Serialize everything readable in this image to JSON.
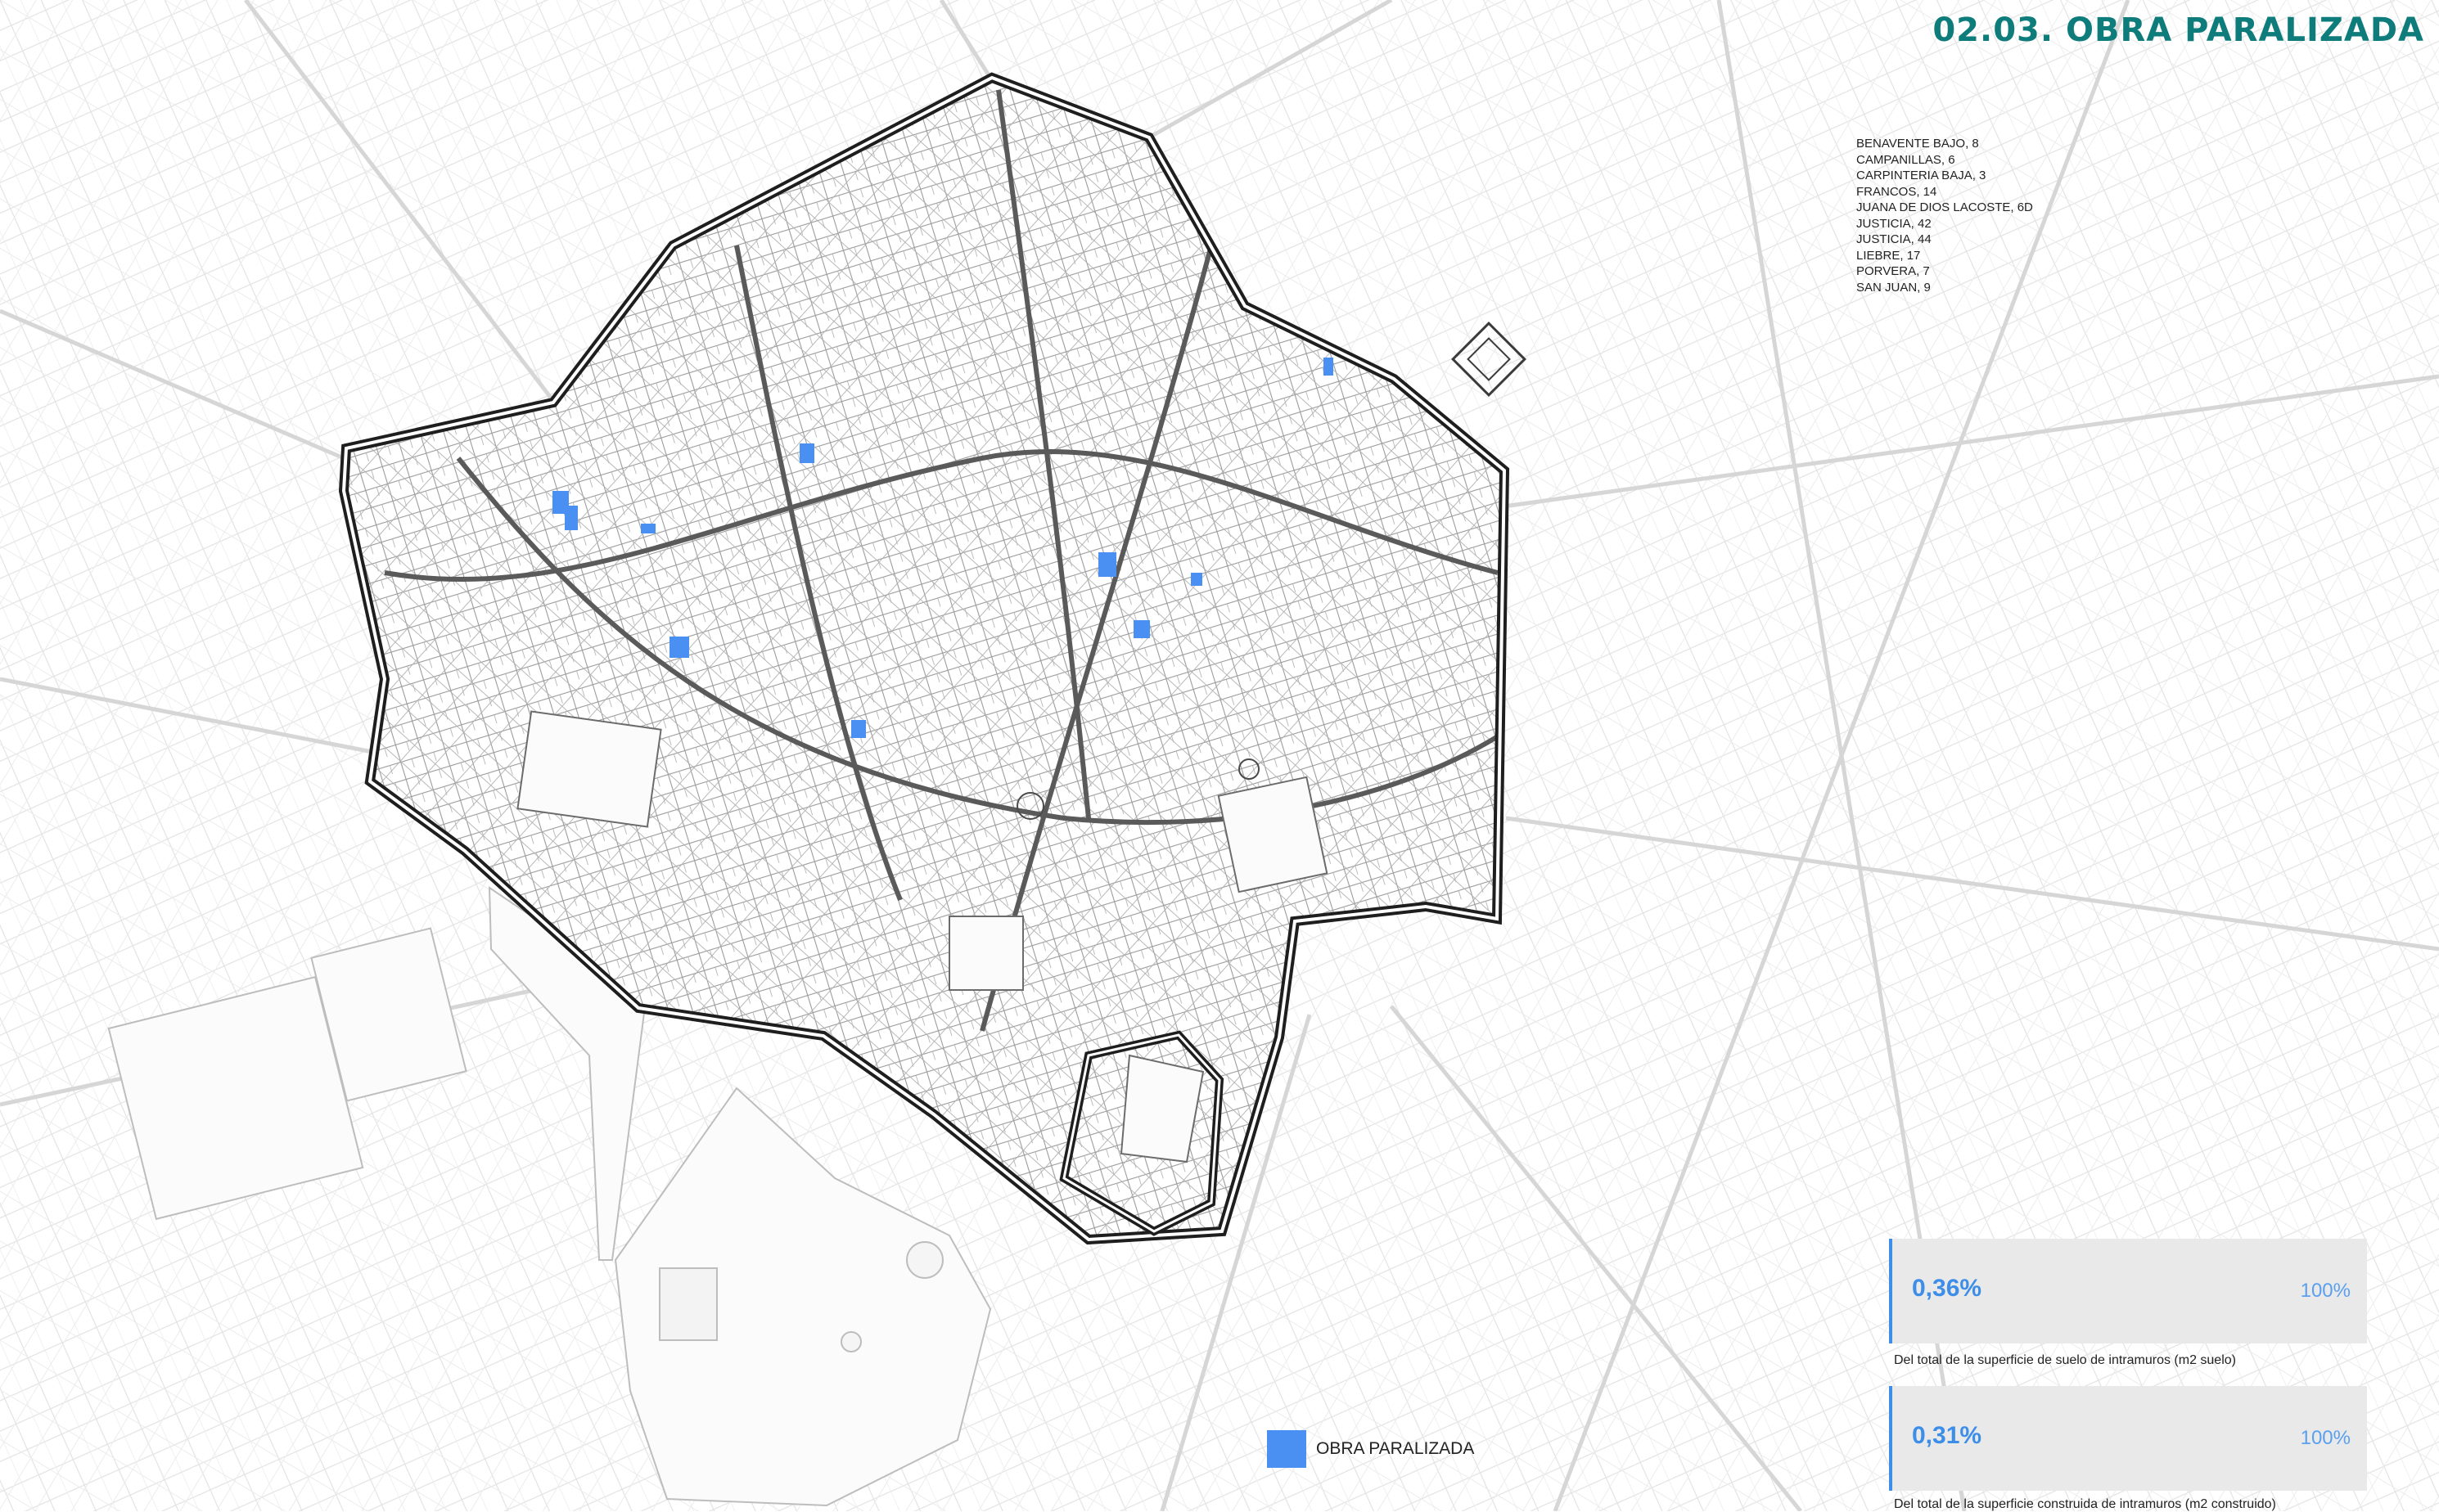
{
  "title": "02.03. OBRA PARALIZADA",
  "addresses": [
    "BENAVENTE BAJO, 8",
    "CAMPANILLAS, 6",
    "CARPINTERIA BAJA, 3",
    "FRANCOS, 14",
    "JUANA DE DIOS LACOSTE, 6D",
    "JUSTICIA, 42",
    "JUSTICIA, 44",
    "LIEBRE, 17",
    "PORVERA, 7",
    "SAN JUAN, 9"
  ],
  "stats": [
    {
      "percent": "0,36%",
      "total": "100%",
      "caption": "Del total de la superficie  de suelo de intramuros (m2 suelo)"
    },
    {
      "percent": "0,31%",
      "total": "100%",
      "caption": "Del total de la superficie  construida de intramuros (m2 construido)"
    }
  ],
  "legend": {
    "label": "OBRA PARALIZADA"
  },
  "colors": {
    "title": "#0e7c7b",
    "highlight": "#4a8ff2",
    "stat_value": "#3d8ee8",
    "stat_total": "#5aa0ee",
    "stat_box": "#e9e9e9"
  },
  "icons": {
    "legend_swatch": "blue-square-swatch"
  }
}
